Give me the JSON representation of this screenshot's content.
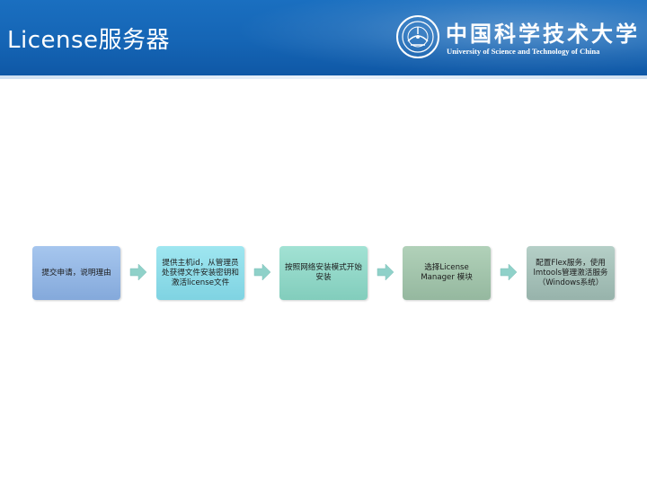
{
  "header": {
    "title": "License服务器",
    "logo_cn": "中国科学技术大学",
    "logo_en": "University of Science and Technology of China"
  },
  "colors": {
    "header_blue": "#1565b5",
    "step1": "#8fb4e2",
    "step2": "#86d9e6",
    "step3": "#8bd5c5",
    "step4": "#9fc2a9",
    "step5": "#a3bdb6",
    "arrow": "#8fd1c9"
  },
  "steps": [
    {
      "text": "提交申请，说明理由"
    },
    {
      "text": "提供主机id，从管理员处获得文件安装密钥和激活license文件"
    },
    {
      "text": "按照网络安装模式开始安装"
    },
    {
      "text": "选择License Manager 模块"
    },
    {
      "text": "配置Flex服务，使用lmtools管理激活服务（Windows系统）"
    }
  ]
}
